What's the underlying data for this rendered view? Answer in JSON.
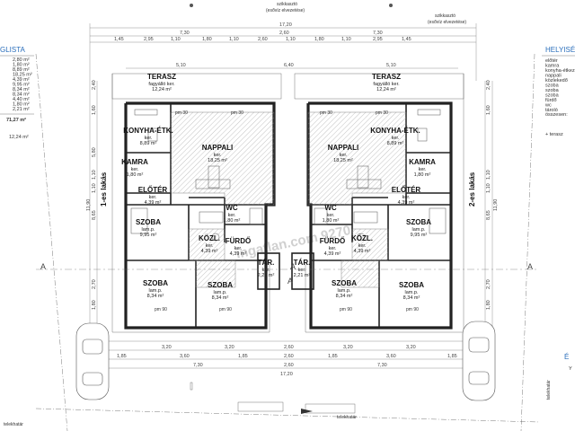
{
  "watermark": "ingatlan.com 9270",
  "top_note": {
    "line1": "szikkasztó",
    "line2": "(esővíz elvezetése)"
  },
  "overall_width": "17,20",
  "left_unit_width": "7,30",
  "right_unit_width": "7,30",
  "center_dim": "2,60",
  "top_dims": [
    "1,45",
    "2,95",
    "1,10",
    "1,80",
    "1,10",
    "2,60",
    "1,10",
    "1,80",
    "1,10",
    "2,95",
    "1,45"
  ],
  "terrace_dims": [
    "5,10",
    "6,40",
    "5,10"
  ],
  "bottom_dims_1": [
    "3,20",
    "3,20",
    "2,60",
    "3,20",
    "3,20"
  ],
  "bottom_dims_2": [
    "1,85",
    "3,60",
    "1,85",
    "2,60",
    "1,85",
    "3,60",
    "1,85"
  ],
  "bottom_dims_3": [
    "7,30",
    "2,60",
    "7,30"
  ],
  "bottom_total": "17,20",
  "side_dims_left": [
    "2,40",
    "1,60",
    "5,80",
    "1,10",
    "1,10",
    "8,65",
    "11,90",
    "2,70",
    "1,80"
  ],
  "side_dims_right": [
    "2,40",
    "1,60",
    "1,10",
    "1,10",
    "8,65",
    "11,90",
    "2,70",
    "1,80"
  ],
  "section_marks": [
    "A",
    "A",
    "A",
    "A"
  ],
  "unit_labels": [
    "1-es lakás",
    "2-es lakás"
  ],
  "rooms_left": [
    {
      "name": "TERASZ",
      "sub1": "fagyálló ker.",
      "sub2": "12,24 m²"
    },
    {
      "name": "KONYHA-ÉTK.",
      "sub1": "ker.",
      "sub2": "8,89 m²"
    },
    {
      "name": "NAPPALI",
      "sub1": "ker.",
      "sub2": "18,25 m²"
    },
    {
      "name": "KAMRA",
      "sub1": "ker.",
      "sub2": "1,80 m²"
    },
    {
      "name": "ELŐTÉR",
      "sub1": "ker.",
      "sub2": "4,39 m²"
    },
    {
      "name": "WC",
      "sub1": "ker.",
      "sub2": "1,80 m²"
    },
    {
      "name": "SZOBA",
      "sub1": "lam.p.",
      "sub2": "9,95 m²"
    },
    {
      "name": "KÖZL.",
      "sub1": "ker.",
      "sub2": "4,39 m²"
    },
    {
      "name": "FÜRDŐ",
      "sub1": "ker.",
      "sub2": "4,39 m²"
    },
    {
      "name": "SZOBA",
      "sub1": "lam.p.",
      "sub2": "8,34 m²"
    },
    {
      "name": "SZOBA",
      "sub1": "lam.p.",
      "sub2": "8,34 m²"
    },
    {
      "name": "TÁR.",
      "sub1": "ker.",
      "sub2": "2,21 m²"
    }
  ],
  "rooms_right": [
    {
      "name": "TERASZ",
      "sub1": "fagyálló ker.",
      "sub2": "12,24 m²"
    },
    {
      "name": "KONYHA-ÉTK.",
      "sub1": "ker.",
      "sub2": "8,89 m²"
    },
    {
      "name": "NAPPALI",
      "sub1": "ker.",
      "sub2": "18,25 m²"
    },
    {
      "name": "KAMRA",
      "sub1": "ker.",
      "sub2": "1,80 m²"
    },
    {
      "name": "ELŐTÉR",
      "sub1": "ker.",
      "sub2": "4,39 m²"
    },
    {
      "name": "WC",
      "sub1": "ker.",
      "sub2": "1,80 m²"
    },
    {
      "name": "SZOBA",
      "sub1": "lam.p.",
      "sub2": "9,95 m²"
    },
    {
      "name": "KÖZL.",
      "sub1": "ker.",
      "sub2": "4,39 m²"
    },
    {
      "name": "FÜRDŐ",
      "sub1": "ker.",
      "sub2": "4,39 m²"
    },
    {
      "name": "SZOBA",
      "sub1": "lam.p.",
      "sub2": "8,34 m²"
    },
    {
      "name": "SZOBA",
      "sub1": "lam.p.",
      "sub2": "8,34 m²"
    },
    {
      "name": "TÁR.",
      "sub1": "ker.",
      "sub2": "2,21 m²"
    }
  ],
  "left_panel": {
    "title": "GLISTA",
    "areas": [
      "2,80 m²",
      "1,80 m²",
      "8,89 m²",
      "18,25 m²",
      "4,39 m²",
      "9,95 m²",
      "8,34 m²",
      "8,34 m²",
      "4,40 m²",
      "1,80 m²",
      "2,21 m²"
    ],
    "total": "71,27 m²",
    "terrace": "12,24 m²"
  },
  "right_panel": {
    "title": "HELYISÉ",
    "items": [
      "előtér",
      "kamra",
      "konyha-étkező",
      "nappali",
      "közlekedő",
      "szoba",
      "szoba",
      "szoba",
      "fürdő",
      "wc",
      "tároló"
    ],
    "sum_label": "összesen:",
    "terrace": "+ terasz",
    "corner_letter": "É",
    "corner_sub": "Y"
  },
  "plot_labels": [
    "telekhatár",
    "telekhatár",
    "telekhatár"
  ],
  "pm_labels": [
    "pm 30",
    "pm 30",
    "pm 30",
    "pm 30",
    "pm 90",
    "pm 90",
    "pm 90",
    "pm 90"
  ]
}
